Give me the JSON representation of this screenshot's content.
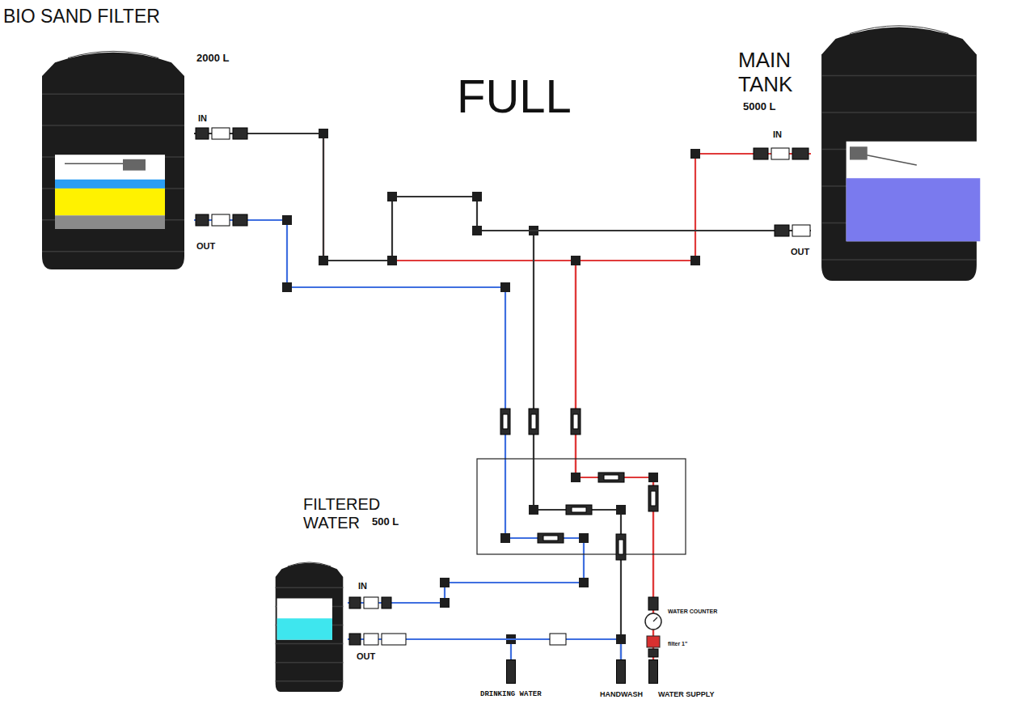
{
  "diagram": {
    "title": "FULL",
    "nodes": [
      {
        "text": [
          "BIO SAND FILTER",
          "2000 L"
        ]
      },
      {
        "text": [
          "MAIN TANK",
          "5000 L"
        ]
      },
      {
        "text": [
          "FILTERED WATER",
          "500 L"
        ]
      },
      {
        "text": [
          "DRINKING WATER"
        ]
      },
      {
        "text": [
          "HANDWASH"
        ]
      },
      {
        "text": [
          "WATER SUPPLY"
        ]
      }
    ],
    "edges": [
      {
        "from": 5,
        "to": 1,
        "arrow": "none"
      },
      {
        "from": 5,
        "to": 0,
        "arrow": "none"
      },
      {
        "from": 1,
        "to": 4,
        "arrow": "none"
      },
      {
        "from": 0,
        "to": 2,
        "arrow": "none"
      },
      {
        "from": 2,
        "to": 3,
        "arrow": "none"
      },
      {
        "from": 2,
        "to": 4,
        "arrow": "none"
      },
      {
        "from": 1,
        "to": 0,
        "arrow": "none"
      }
    ],
    "labels": [
      "IN",
      "OUT",
      "IN",
      "OUT",
      "IN",
      "OUT",
      "WATER COUNTER",
      "filter 1\""
    ]
  }
}
